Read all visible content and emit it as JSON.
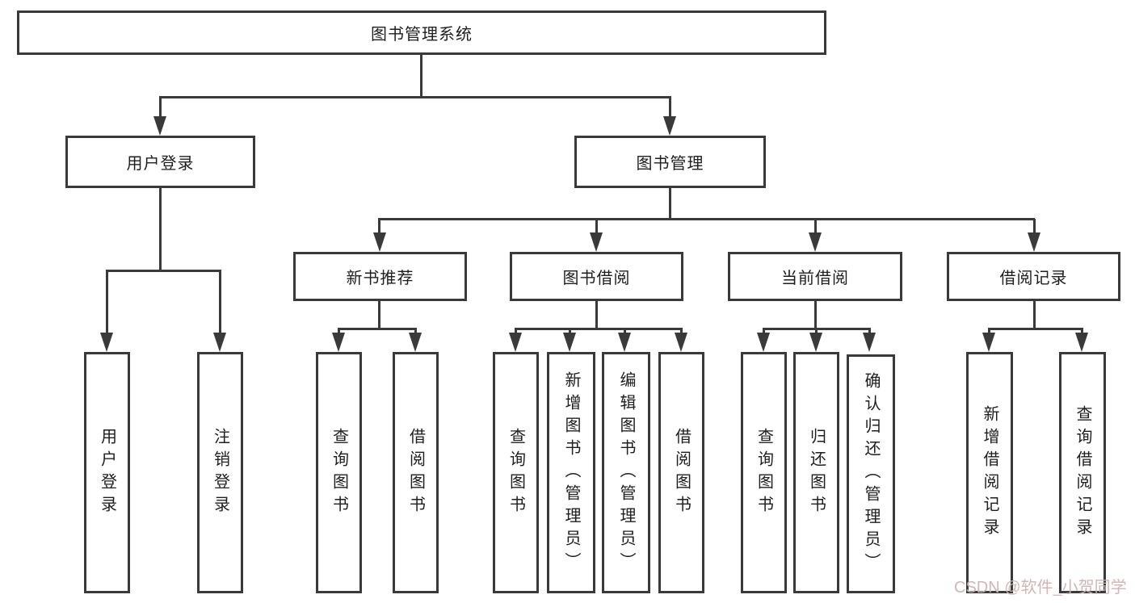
{
  "tree": {
    "root": {
      "label": "图书管理系统",
      "children": [
        {
          "label": "用户登录",
          "children": [
            {
              "label": "用户登录"
            },
            {
              "label": "注销登录"
            }
          ]
        },
        {
          "label": "图书管理",
          "children": [
            {
              "label": "新书推荐",
              "children": [
                {
                  "label": "查询图书"
                },
                {
                  "label": "借阅图书"
                }
              ]
            },
            {
              "label": "图书借阅",
              "children": [
                {
                  "label": "查询图书"
                },
                {
                  "label": "新增图书（管理员）"
                },
                {
                  "label": "编辑图书（管理员）"
                },
                {
                  "label": "借阅图书"
                }
              ]
            },
            {
              "label": "当前借阅",
              "children": [
                {
                  "label": "查询图书"
                },
                {
                  "label": "归还图书"
                },
                {
                  "label": "确认归还（管理员）"
                }
              ]
            },
            {
              "label": "借阅记录",
              "children": [
                {
                  "label": "新增借阅记录"
                },
                {
                  "label": "查询借阅记录"
                }
              ]
            }
          ]
        }
      ]
    }
  },
  "watermark": {
    "text": "CSDN @软件_小贺同学"
  },
  "colors": {
    "line": "#3a3a3a",
    "box_border": "#3a3a3a",
    "text": "#1e1e1e",
    "watermark": "#cdb2b2"
  }
}
